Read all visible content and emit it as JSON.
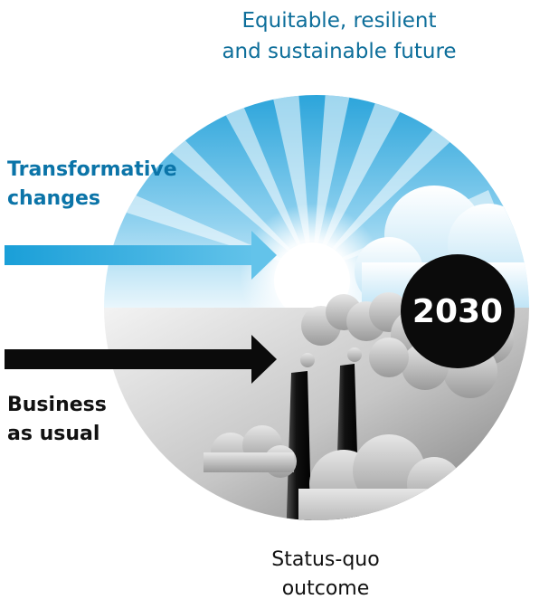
{
  "top_label": [
    "Equitable, resilient",
    "and sustainable future"
  ],
  "transformative_label": [
    "Transformative",
    "changes"
  ],
  "business_label": [
    "Business",
    "as usual"
  ],
  "bottom_label": [
    "Status-quo",
    "outcome"
  ],
  "year": "2030",
  "colors": {
    "sky_blue": "#29a6dc",
    "label_blue": "#0d6e9a",
    "arrow_blue_start": "#1aa0d8",
    "arrow_blue_end": "#5bc0ea",
    "black": "#0b0b0b",
    "smog_grey": "#9a9a9a"
  },
  "icons": [
    "sun-icon",
    "cloud-icon",
    "factory-chimney-icon",
    "smoke-icon"
  ]
}
